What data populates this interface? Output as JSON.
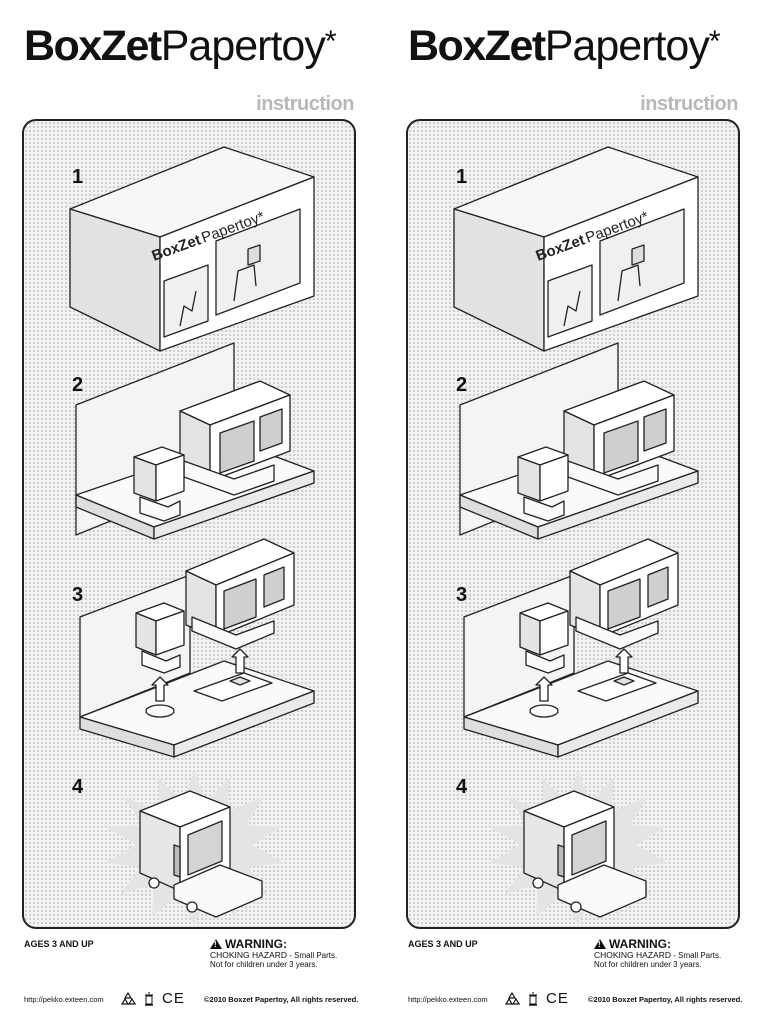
{
  "sheets": [
    {
      "brand_bold": "BoxZet",
      "brand_light": "Papertoy",
      "brand_mark": "*",
      "subtitle": "instruction",
      "steps": [
        "1",
        "2",
        "3",
        "4"
      ],
      "box_brand_bold": "BoxZet",
      "box_brand_light": "Papertoy*",
      "ages": "AGES 3 AND UP",
      "warning_title": "WARNING:",
      "warning_hazard": "CHOKING HAZARD",
      "warning_small": "- Small Parts.",
      "warning_note": "Not for children under 3 years.",
      "url": "http://pekko.exteen.com",
      "ce_mark": "CE",
      "copyright": "©2010 Boxzet Papertoy, All rights reserved."
    },
    {
      "brand_bold": "BoxZet",
      "brand_light": "Papertoy",
      "brand_mark": "*",
      "subtitle": "instruction",
      "steps": [
        "1",
        "2",
        "3",
        "4"
      ],
      "box_brand_bold": "BoxZet",
      "box_brand_light": "Papertoy*",
      "ages": "AGES 3 AND UP",
      "warning_title": "WARNING:",
      "warning_hazard": "CHOKING HAZARD",
      "warning_small": "- Small Parts.",
      "warning_note": "Not for children under 3 years.",
      "url": "http://pekko.exteen.com",
      "ce_mark": "CE",
      "copyright": "©2010 Boxzet Papertoy, All rights reserved."
    }
  ],
  "colors": {
    "panel_bg": "#f2f2f2",
    "subtitle": "#b8b8b8",
    "ink": "#111111"
  },
  "icons": [
    "recycle-icon",
    "bin-icon",
    "ce-mark-icon",
    "warning-triangle-icon"
  ]
}
